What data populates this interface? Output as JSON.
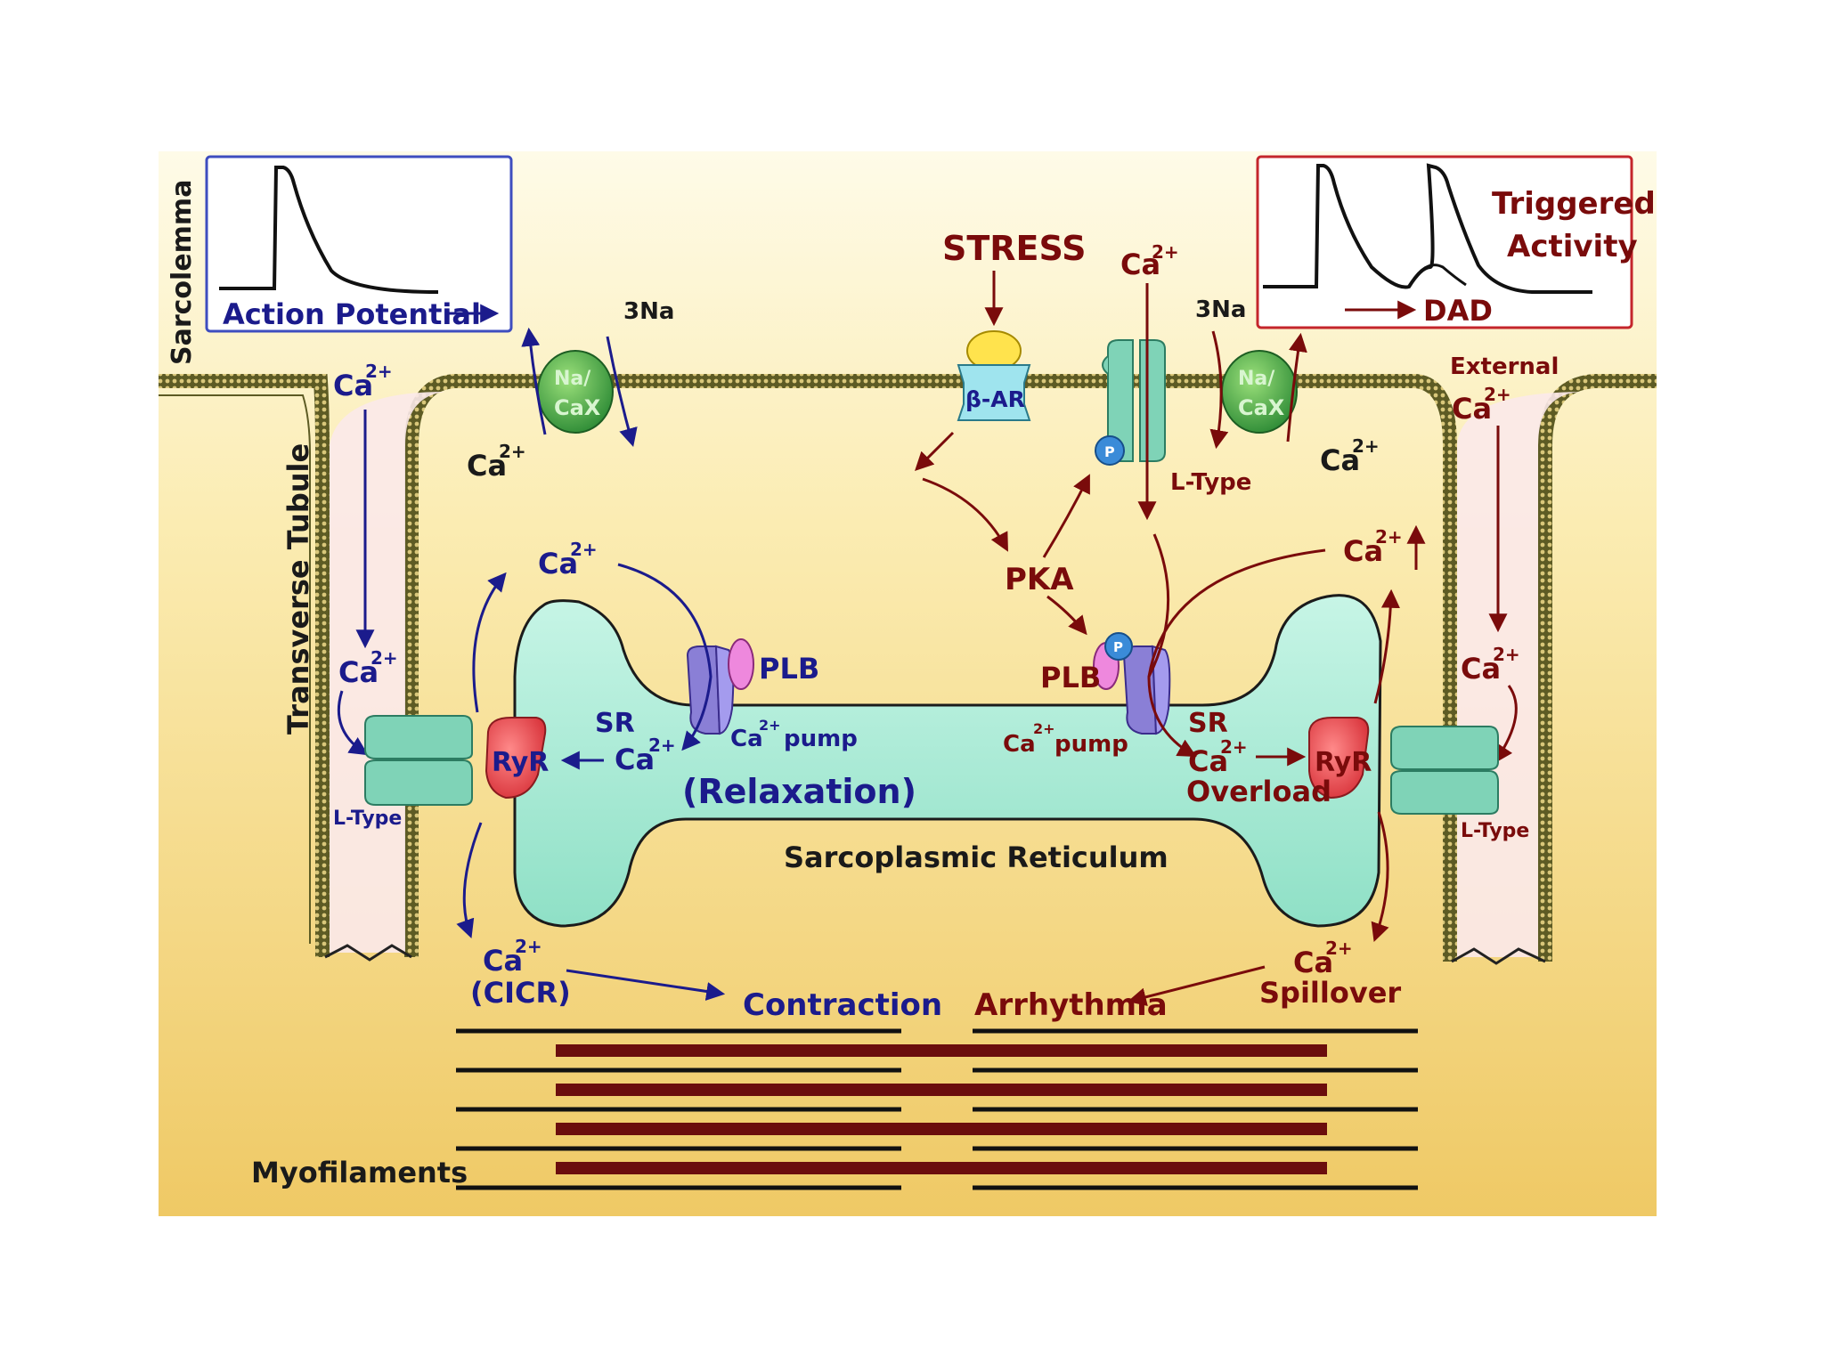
{
  "labels": {
    "sarcolemma": "Sarcolemma",
    "transverse_tubule": "Transverse Tubule",
    "action_potential": "Action Potential",
    "triggered_activity_1": "Triggered",
    "triggered_activity_2": "Activity",
    "dad": "DAD",
    "stress": "STRESS",
    "beta_ar": "β-AR",
    "pka": "PKA",
    "three_na": "3Na",
    "na_ca_x_1": "Na/",
    "na_ca_x_2": "CaX",
    "ca": "Ca",
    "ca_sup": "2+",
    "l_type": "L-Type",
    "external": "External",
    "ryr": "RyR",
    "plb": "PLB",
    "sr": "SR",
    "pump": "pump",
    "relaxation": "(Relaxation)",
    "overload": "Overload",
    "sarcoplasmic_reticulum": "Sarcoplasmic Reticulum",
    "cicr": "(CICR)",
    "contraction": "Contraction",
    "arrhythmia": "Arrhythmia",
    "spillover": "Spillover",
    "myofilaments": "Myofilaments",
    "phospho": "P"
  },
  "colors": {
    "normal_pathway": "#1b1b8c",
    "stress_pathway": "#7a0b0b",
    "sr_fill": "#a8ecd6",
    "cell_top": "#fdf6dc",
    "cell_bottom": "#f0cc6a",
    "membrane": "#6b6a2c",
    "ryr": "#e8454b",
    "plb": "#ee88dd",
    "pump": "#8a7fd6",
    "exchanger": "#3aa84a",
    "myosin": "#6b0d0d"
  }
}
